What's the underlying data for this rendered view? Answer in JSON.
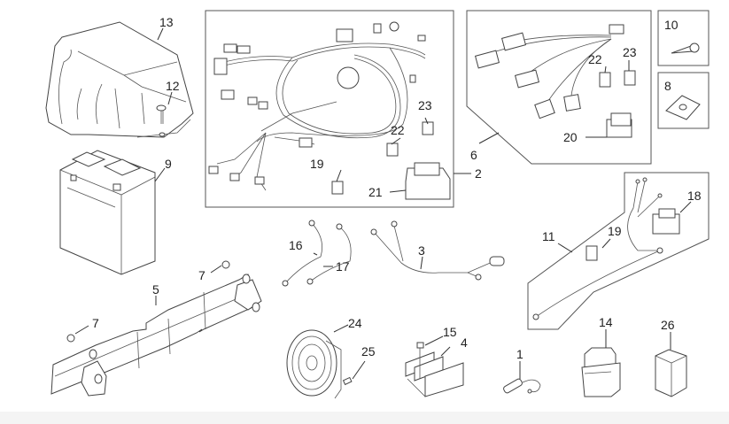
{
  "diagram": {
    "title": "Electrical system exploded parts diagram",
    "callouts": [
      {
        "id": "callout-1",
        "label": "1",
        "part": "bulb-socket"
      },
      {
        "id": "callout-2",
        "label": "2",
        "part": "main-wiring-harness-kit"
      },
      {
        "id": "callout-3",
        "label": "3",
        "part": "light-wiring"
      },
      {
        "id": "callout-4",
        "label": "4",
        "part": "voltage-regulator"
      },
      {
        "id": "callout-5",
        "label": "5",
        "part": "battery-tray"
      },
      {
        "id": "callout-6",
        "label": "6",
        "part": "auxiliary-harness-kit"
      },
      {
        "id": "callout-7a",
        "label": "7",
        "part": "clip-nut"
      },
      {
        "id": "callout-7b",
        "label": "7",
        "part": "clip-nut"
      },
      {
        "id": "callout-8",
        "label": "8",
        "part": "spring-clip"
      },
      {
        "id": "callout-9",
        "label": "9",
        "part": "battery"
      },
      {
        "id": "callout-10",
        "label": "10",
        "part": "screw"
      },
      {
        "id": "callout-11",
        "label": "11",
        "part": "self-tapping-screw"
      },
      {
        "id": "callout-12",
        "label": "12",
        "part": "starter-cable-kit"
      },
      {
        "id": "callout-13",
        "label": "13",
        "part": "starter-relay"
      },
      {
        "id": "callout-14",
        "label": "14",
        "part": "bolt"
      },
      {
        "id": "callout-15",
        "label": "15",
        "part": "battery-cover"
      },
      {
        "id": "callout-16",
        "label": "16",
        "part": "ground-cable"
      },
      {
        "id": "callout-17",
        "label": "17",
        "part": "positive-cable"
      },
      {
        "id": "callout-18",
        "label": "18",
        "part": "fuse-holder-18"
      },
      {
        "id": "callout-19a",
        "label": "19",
        "part": "fuse"
      },
      {
        "id": "callout-19b",
        "label": "19",
        "part": "fuse"
      },
      {
        "id": "callout-20",
        "label": "20",
        "part": "fuse-holder-20"
      },
      {
        "id": "callout-21",
        "label": "21",
        "part": "fuse-box"
      },
      {
        "id": "callout-22a",
        "label": "22",
        "part": "fuse"
      },
      {
        "id": "callout-22b",
        "label": "22",
        "part": "fuse"
      },
      {
        "id": "callout-23a",
        "label": "23",
        "part": "fuse"
      },
      {
        "id": "callout-23b",
        "label": "23",
        "part": "fuse"
      },
      {
        "id": "callout-24",
        "label": "24",
        "part": "horn"
      },
      {
        "id": "callout-25",
        "label": "25",
        "part": "horn-screw"
      },
      {
        "id": "callout-26",
        "label": "26",
        "part": "flasher-relay"
      }
    ]
  }
}
